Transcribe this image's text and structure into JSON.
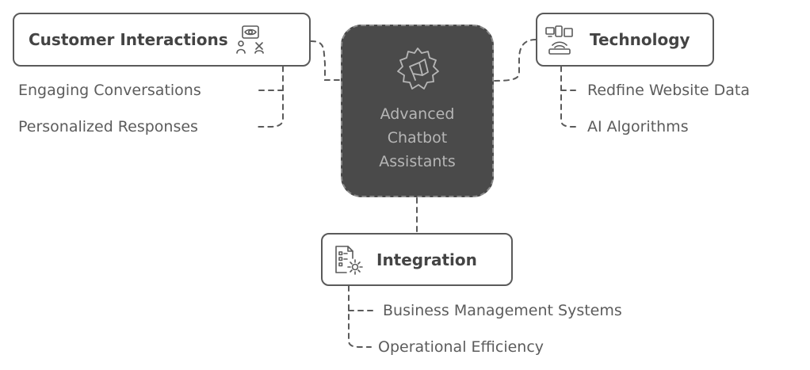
{
  "center": {
    "title": "Advanced Chatbot Assistants",
    "icon": "gear-megaphone-icon"
  },
  "branches": {
    "customer_interactions": {
      "label": "Customer Interactions",
      "icon": "people-eye-icon",
      "children": [
        "Engaging Conversations",
        "Personalized Responses"
      ]
    },
    "technology": {
      "label": "Technology",
      "icon": "devices-network-icon",
      "children": [
        "Redfine Website Data",
        "AI Algorithms"
      ]
    },
    "integration": {
      "label": "Integration",
      "icon": "document-gear-icon",
      "children": [
        "Business Management Systems",
        "Operational Efficiency"
      ]
    }
  },
  "colors": {
    "center_fill": "#4a4a4a",
    "center_text": "#b6b6b6",
    "stroke": "#5a5a5a",
    "text": "#555555"
  }
}
